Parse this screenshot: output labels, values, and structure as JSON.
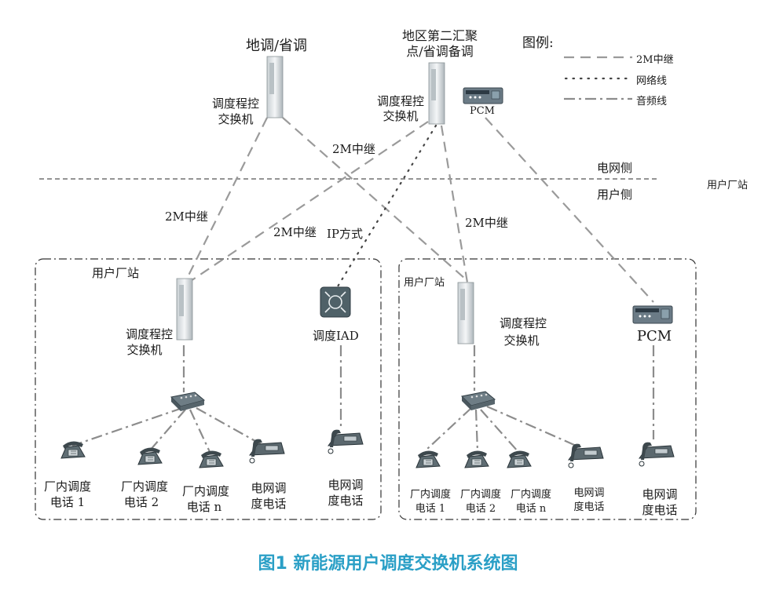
{
  "top": {
    "diqu_title": "地调/省调",
    "node2_title_line1": "地区第二汇聚",
    "node2_title_line2": "点/省调备调",
    "switch_label_line1": "调度程控",
    "switch_label_line2": "交换机",
    "pcm_label": "PCM"
  },
  "legend": {
    "title": "图例:",
    "items": [
      {
        "label": "2M中继",
        "style": "dashed"
      },
      {
        "label": "网络线",
        "style": "dotted"
      },
      {
        "label": "音频线",
        "style": "dashdot"
      }
    ]
  },
  "sides": {
    "grid": "电网侧",
    "user": "用户侧",
    "plant": "用户厂站"
  },
  "links": {
    "trunk": "2M中继",
    "ip": "IP方式"
  },
  "left_box": {
    "title": "用户厂站",
    "switch_line1": "调度程控",
    "switch_line2": "交换机",
    "iad": "调度IAD",
    "phones": [
      {
        "line1": "厂内调度",
        "line2": "电话 1"
      },
      {
        "line1": "厂内调度",
        "line2": "电话 2"
      },
      {
        "line1": "厂内调度",
        "line2": "电话 n"
      },
      {
        "line1": "电网调",
        "line2": "度电话"
      },
      {
        "line1": "电网调",
        "line2": "度电话"
      }
    ]
  },
  "right_box": {
    "title": "用户厂站",
    "switch_line1": "调度程控",
    "switch_line2": "交换机",
    "pcm": "PCM",
    "phones": [
      {
        "line1": "厂内调度",
        "line2": "电话 1"
      },
      {
        "line1": "厂内调度",
        "line2": "电话 2"
      },
      {
        "line1": "厂内调度",
        "line2": "电话 n"
      },
      {
        "line1": "电网调",
        "line2": "度电话"
      },
      {
        "line1": "电网调",
        "line2": "度电话"
      }
    ]
  },
  "caption": "图1 新能源用户调度交换机系统图"
}
